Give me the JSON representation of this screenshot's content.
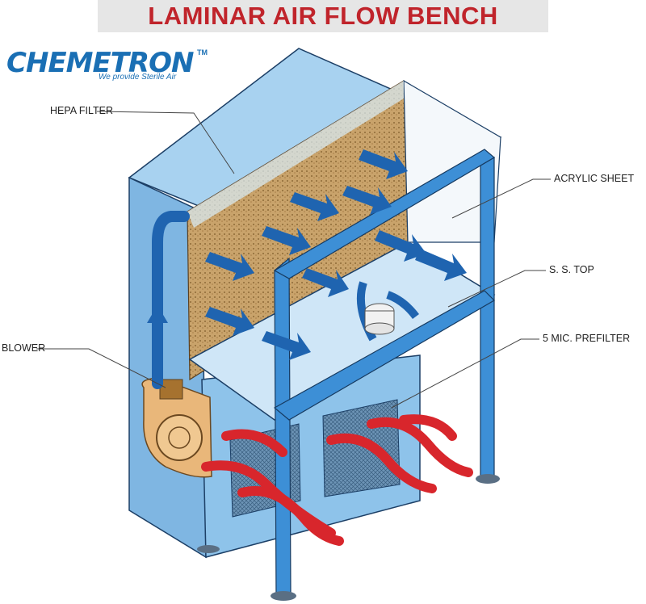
{
  "title": "LAMINAR AIR FLOW BENCH",
  "logo": {
    "brand": "CHEMETRON",
    "trademark": "TM",
    "tagline": "We provide Sterile Air"
  },
  "labels": {
    "hepa_filter": "HEPA FILTER",
    "acrylic_sheet": "ACRYLIC SHEET",
    "ss_top": "S. S. TOP",
    "prefilter": "5 MIC. PREFILTER",
    "blower": "BLOWER"
  },
  "colors": {
    "title_red": "#c0242b",
    "title_band": "#e6e6e6",
    "brand_blue": "#1a6fb4",
    "cabinet_blue": "#9cc9ec",
    "frame_blue": "#3d8fd6",
    "airflow_blue": "#1f64b0",
    "intake_red": "#d8262c",
    "filter_tan": "#c9a36b"
  }
}
